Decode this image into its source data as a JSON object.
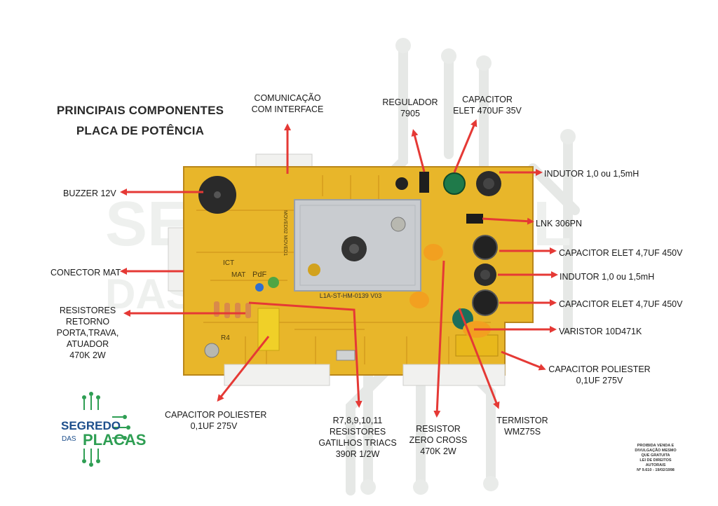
{
  "title_line1": "PRINCIPAIS COMPONENTES",
  "title_line2": "PLACA DE POTÊNCIA",
  "labels": {
    "comunicacao": [
      "COMUNICAÇÃO",
      "COM INTERFACE"
    ],
    "regulador": [
      "REGULADOR",
      "7905"
    ],
    "capacitor_470": [
      "CAPACITOR",
      "ELET 470UF 35V"
    ],
    "buzzer": [
      "BUZZER 12V"
    ],
    "conector_mat": [
      "CONECTOR MAT"
    ],
    "resistores_retorno": [
      "RESISTORES",
      "RETORNO",
      "PORTA,TRAVA,",
      "ATUADOR",
      "470K 2W"
    ],
    "capacitor_poliester_left": [
      "CAPACITOR POLIESTER",
      "0,1UF 275V"
    ],
    "r7_11": [
      "R7,8,9,10,11",
      "RESISTORES",
      "GATILHOS TRIACS",
      "390R 1/2W"
    ],
    "resistor_zero_cross": [
      "RESISTOR",
      "ZERO CROSS",
      "470K 2W"
    ],
    "termistor": [
      "TERMISTOR",
      "WMZ75S"
    ],
    "indutor_top": [
      "INDUTOR 1,0 ou 1,5mH"
    ],
    "lnk": [
      "LNK 306PN"
    ],
    "cap_elet_1": [
      "CAPACITOR ELET 4,7UF 450V"
    ],
    "indutor_mid": [
      "INDUTOR 1,0 ou 1,5mH"
    ],
    "cap_elet_2": [
      "CAPACITOR ELET 4,7UF 450V"
    ],
    "varistor": [
      "VARISTOR 10D471K"
    ],
    "capacitor_poliester_right": [
      "CAPACITOR POLIESTER",
      "0,1UF 275V"
    ]
  },
  "board_text": {
    "shield_code": "L1A-ST-HM-0139 V03",
    "serial": "MOVED02 MOVED1",
    "silk_mat": "MAT",
    "silk_pdf": "PdF",
    "silk_ct": "ICT",
    "silk_r": "R4"
  },
  "logo": {
    "line1": "SEGREDO",
    "line2": "DAS",
    "line3": "PLACAS"
  },
  "notice": [
    "PROIBIDA VENDA E",
    "DIVULGAÇÃO MESMO",
    "QUE GRATUITA",
    "LEI DE DIREITOS",
    "AUTORAIS",
    "Nº 9.610 - 19/02/1998"
  ],
  "colors": {
    "arrow": "#e53935",
    "board": "#e8b62a",
    "shield": "#c9ccd0",
    "watermark": "#e4e6e4"
  }
}
